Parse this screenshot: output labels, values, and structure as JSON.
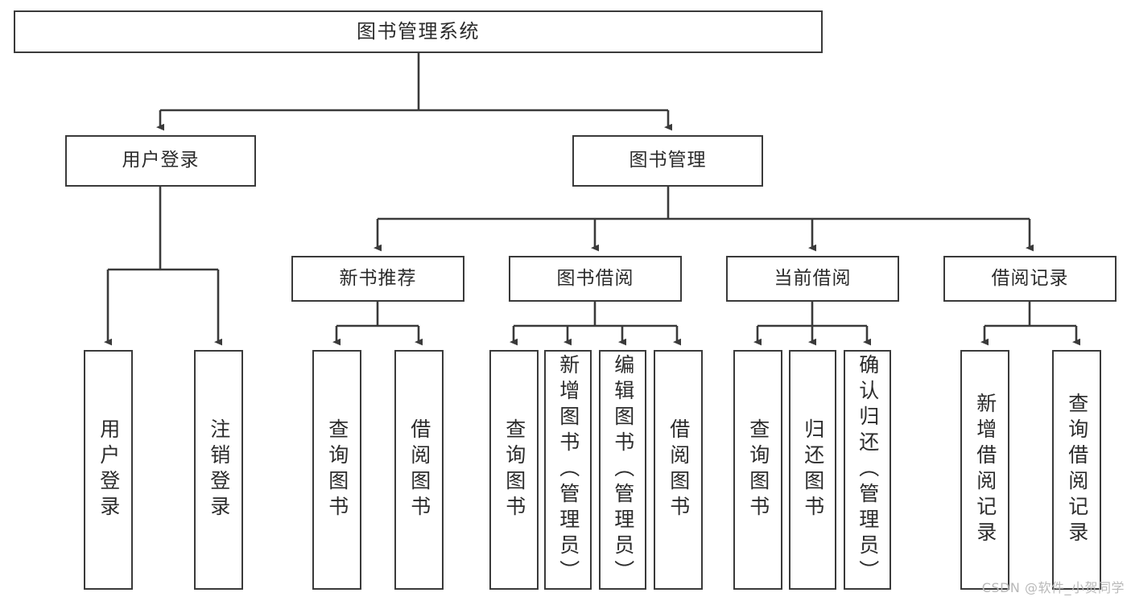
{
  "diagram": {
    "title": "图书管理系统",
    "type": "hierarchy-tree",
    "stroke_color": "#3a3a3a",
    "fill_color": "#ffffff",
    "text_color": "#2b2b2b"
  },
  "nodes": {
    "root": {
      "label": "图书管理系统"
    },
    "level2": [
      {
        "id": "user-login",
        "label": "用户登录"
      },
      {
        "id": "book-management",
        "label": "图书管理"
      }
    ],
    "level3": [
      {
        "id": "new-book-recommend",
        "label": "新书推荐"
      },
      {
        "id": "book-borrow",
        "label": "图书借阅"
      },
      {
        "id": "current-borrow",
        "label": "当前借阅"
      },
      {
        "id": "borrow-record",
        "label": "借阅记录"
      }
    ],
    "leaves": {
      "user_login": [
        {
          "id": "leaf-user-login",
          "label": "用户登录"
        },
        {
          "id": "leaf-logout",
          "label": "注销登录"
        }
      ],
      "new_book_recommend": [
        {
          "id": "leaf-query-book-1",
          "label": "查询图书"
        },
        {
          "id": "leaf-borrow-book-1",
          "label": "借阅图书"
        }
      ],
      "book_borrow": [
        {
          "id": "leaf-query-book-2",
          "label": "查询图书"
        },
        {
          "id": "leaf-add-book",
          "label": "新增图书（管理员）"
        },
        {
          "id": "leaf-edit-book",
          "label": "编辑图书（管理员）"
        },
        {
          "id": "leaf-borrow-book-2",
          "label": "借阅图书"
        }
      ],
      "current_borrow": [
        {
          "id": "leaf-query-book-3",
          "label": "查询图书"
        },
        {
          "id": "leaf-return-book",
          "label": "归还图书"
        },
        {
          "id": "leaf-confirm-return",
          "label": "确认归还（管理员）"
        }
      ],
      "borrow_record": [
        {
          "id": "leaf-add-record",
          "label": "新增借阅记录"
        },
        {
          "id": "leaf-query-record",
          "label": "查询借阅记录"
        }
      ]
    }
  },
  "watermark": {
    "text": "CSDN @软件_小贺同学"
  }
}
